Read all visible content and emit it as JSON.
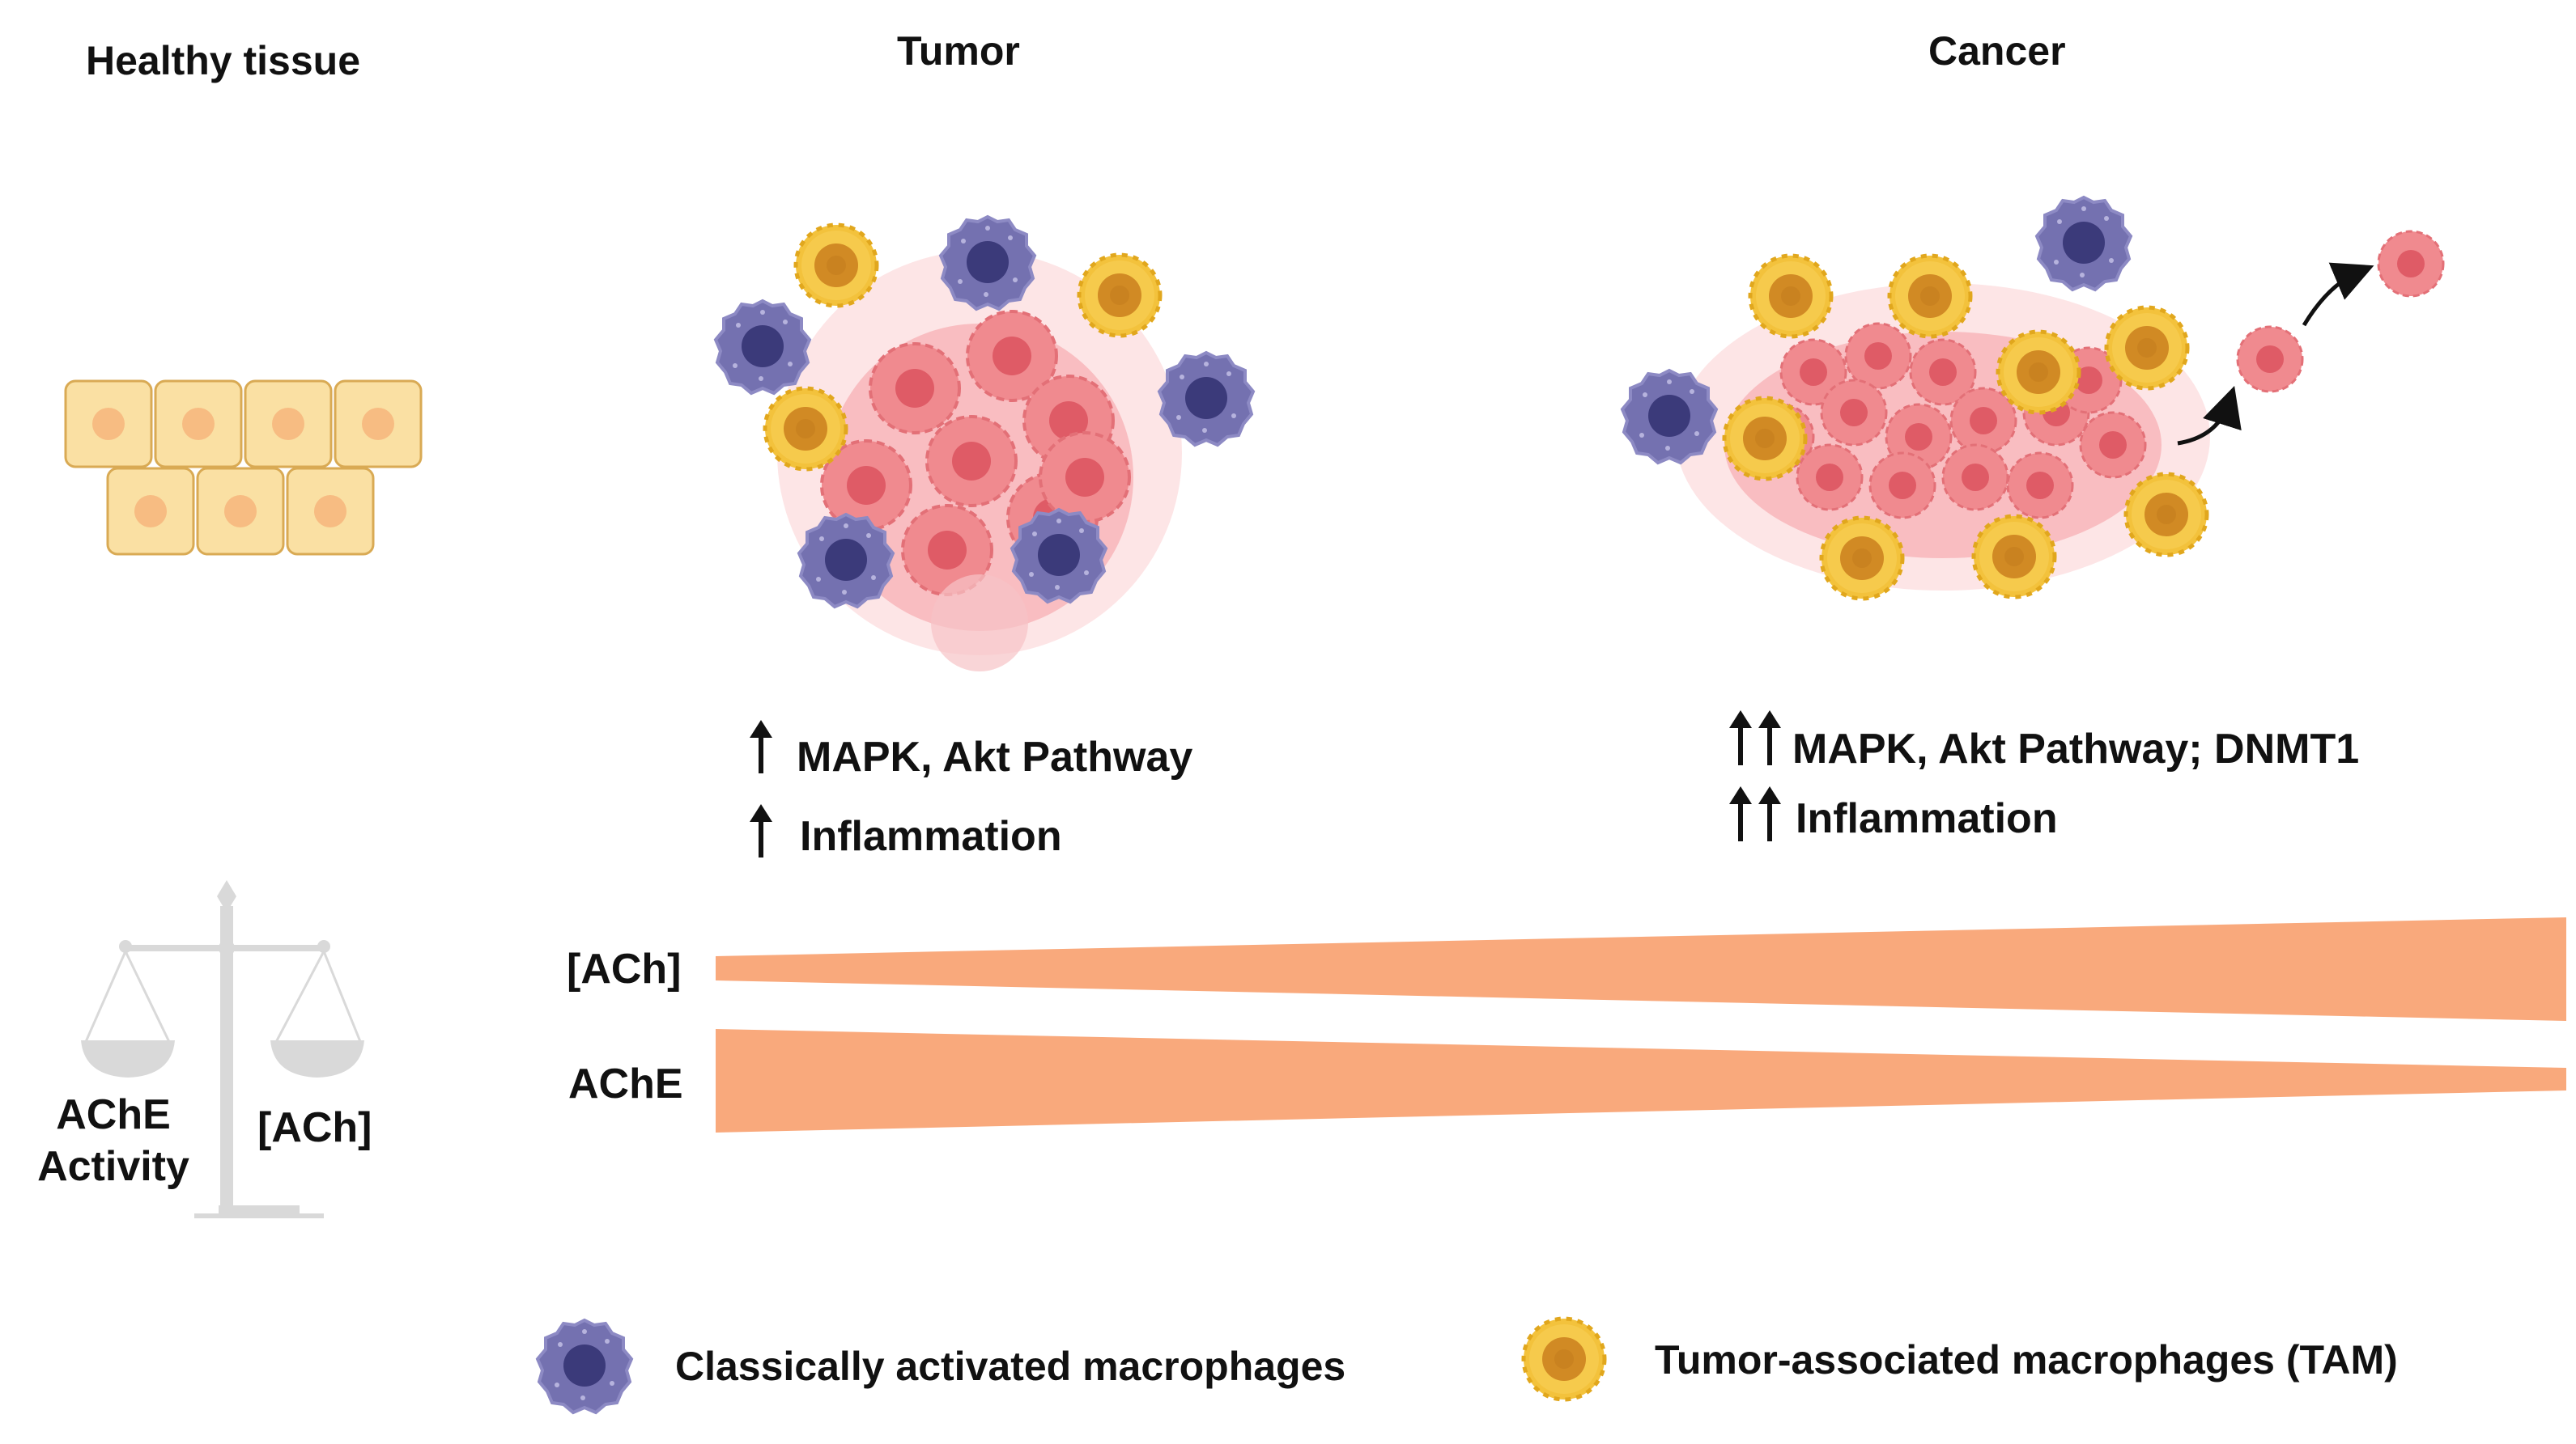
{
  "titles": {
    "healthy": "Healthy tissue",
    "tumor": "Tumor",
    "cancer": "Cancer"
  },
  "effects": {
    "tumor_line1": "MAPK, Akt Pathway",
    "tumor_line2": "Inflammation",
    "cancer_line1": "MAPK, Akt Pathway; DNMT1",
    "cancer_line2": "Inflammation"
  },
  "gradients": {
    "ach_label": "[ACh]",
    "ache_label": "AChE"
  },
  "balance": {
    "left_label": "AChE\nActivity",
    "right_label": "[ACh]"
  },
  "legend": {
    "classical": "Classically activated macrophages",
    "tam": "Tumor-associated macrophages (TAM)"
  },
  "colors": {
    "gradient_fill": "#f9a97c",
    "healthy_cell": "#f9dfa0",
    "tumor_cell": "#ee8188",
    "classical_macrophage": "#6d6aa8",
    "tam": "#f2c038",
    "balance": "#d9d9d9"
  }
}
